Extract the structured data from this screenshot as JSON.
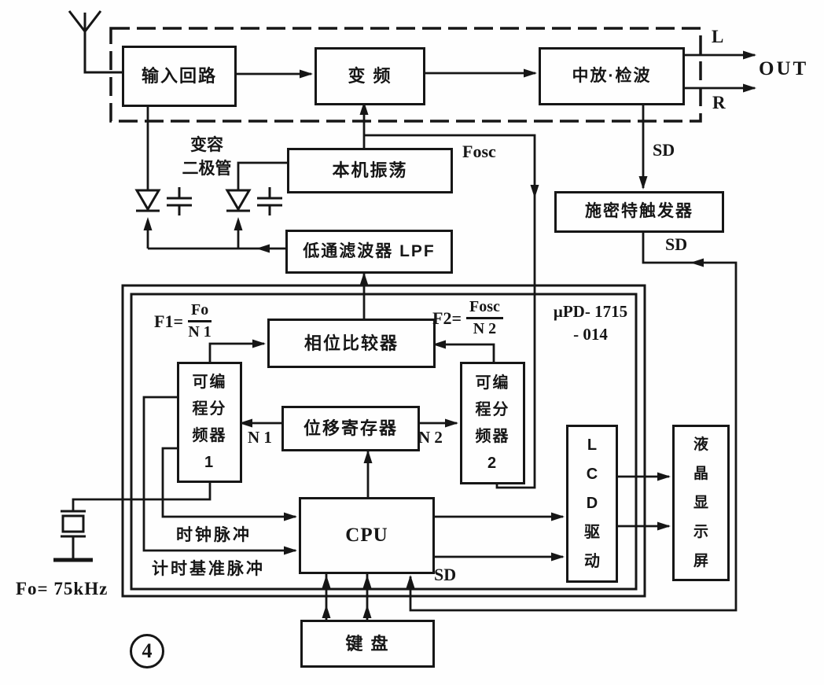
{
  "figure": {
    "number": "4"
  },
  "blocks": {
    "input_circuit": "输入回路",
    "mixer": "变 频",
    "if_detector": "中放·检波",
    "local_osc": "本机振荡",
    "lpf": "低通滤波器 LPF",
    "schmitt": "施密特触发器",
    "phase_comparator": "相位比较器",
    "divider1": "可编\n程分\n频器\n1",
    "divider2": "可编\n程分\n频器\n2",
    "shift_register": "位移寄存器",
    "cpu": "CPU",
    "lcd_driver": "L\nC\nD\n驱\n动",
    "lcd_display": "液\n晶\n显\n示\n屏",
    "keyboard": "键 盘"
  },
  "chip": {
    "name_line1": "μPD- 1715",
    "name_line2": "- 014"
  },
  "signals": {
    "l": "L",
    "r": "R",
    "out": "OUT",
    "sd_top": "SD",
    "sd_mid": "SD",
    "sd_low": "SD",
    "fosc": "Fosc",
    "n1": "N 1",
    "n2": "N 2",
    "clock": "时钟脉冲",
    "timing_ref": "计时基准脉冲",
    "fo": "Fo= 75kHz",
    "varactor": "变容\n二极管"
  },
  "formulas": {
    "f1": {
      "lhs": "F1=",
      "num": "Fo",
      "den": "N 1"
    },
    "f2": {
      "lhs": "F2=",
      "num": "Fosc",
      "den": "N 2"
    }
  },
  "colors": {
    "ink": "#161616",
    "paper": "#fefefe"
  }
}
